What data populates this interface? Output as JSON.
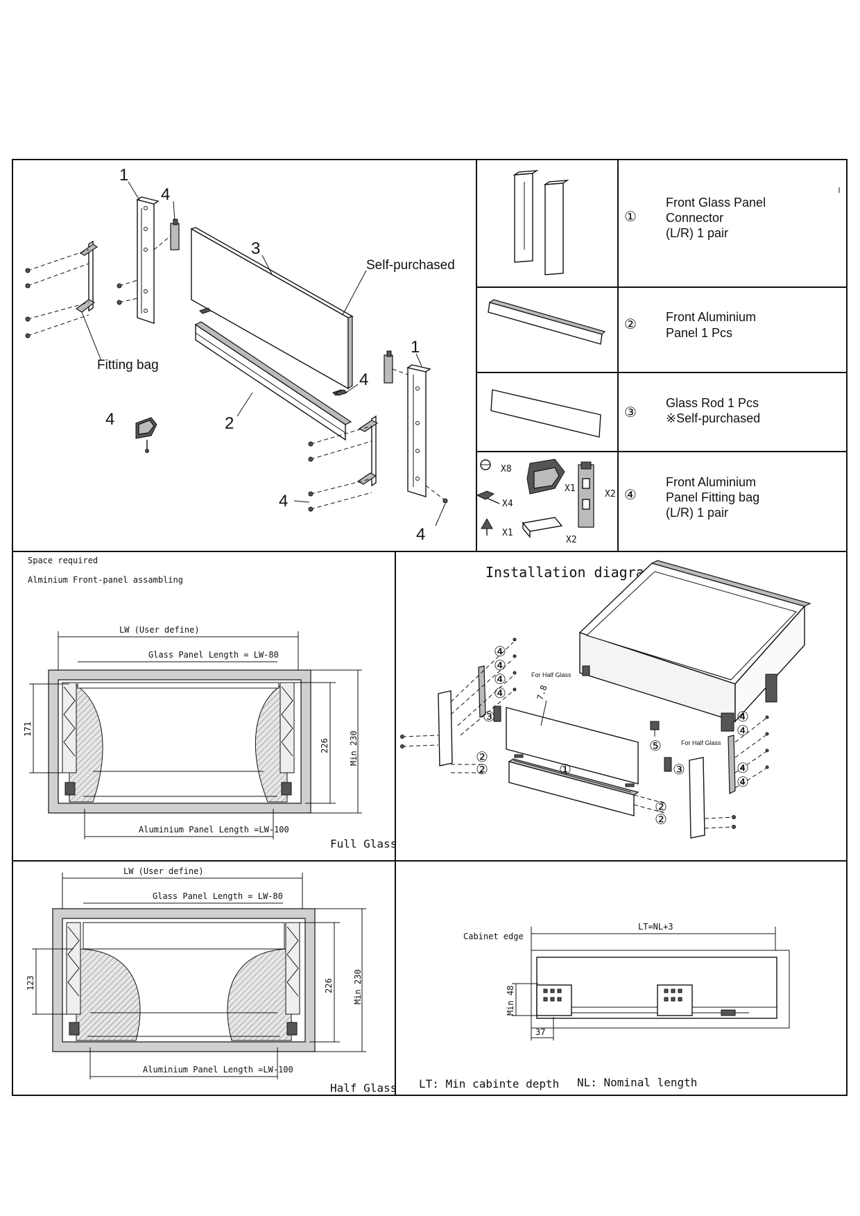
{
  "exploded_view": {
    "labels": {
      "n1a": "1",
      "n4a": "4",
      "n3": "3",
      "self_purchased": "Self-purchased",
      "n1b": "1",
      "n4b": "4",
      "fitting_bag": "Fitting bag",
      "n4c": "4",
      "n2": "2",
      "n4d": "4",
      "n4e": "4"
    }
  },
  "parts": [
    {
      "symbol": "①",
      "lines": [
        "Front Glass Panel",
        "Connector",
        "(L/R) 1 pair"
      ]
    },
    {
      "symbol": "②",
      "lines": [
        "Front Aluminium",
        "Panel 1 Pcs"
      ]
    },
    {
      "symbol": "③",
      "lines": [
        "Glass Rod 1 Pcs",
        "※Self-purchased"
      ]
    },
    {
      "symbol": "④",
      "lines": [
        "Front Aluminium",
        "Panel Fitting bag",
        "(L/R) 1 pair"
      ]
    }
  ],
  "fitting_bag_quantities": {
    "screw_a": "X8",
    "screw_b": "X4",
    "screw_c": "X1",
    "clip": "X1",
    "bracket": "X2",
    "block": "X2"
  },
  "space_required": {
    "title": "Space required",
    "subtitle": "Alminium Front-panel assambling"
  },
  "full_glass": {
    "lw": "LW (User define)",
    "glass_length": "Glass Panel Length = LW-80",
    "alu_length": "Aluminium Panel Length =LW-100",
    "dim_171": "171",
    "dim_226": "226",
    "dim_min230": "Min 230",
    "caption": "Full Glass"
  },
  "half_glass": {
    "lw": "LW (User define)",
    "glass_length": "Glass Panel Length = LW-80",
    "alu_length": "Aluminium Panel Length =LW-100",
    "dim_123": "123",
    "dim_226": "226",
    "dim_min230": "Min 230",
    "caption": "Half Glass"
  },
  "installation": {
    "title": "Installation diagram",
    "for_half_glass_1": "For Half Glass",
    "for_half_glass_2": "For Half Glass",
    "dim_78": "7.8",
    "callouts_left": [
      "④",
      "④",
      "④",
      "④",
      "③",
      "②",
      "②"
    ],
    "callout_center": "①",
    "callout_five": "⑤",
    "callouts_right": [
      "④",
      "④",
      "④",
      "④",
      "③",
      "②",
      "②"
    ]
  },
  "cabinet": {
    "lt": "LT=NL+3",
    "cabinet_edge": "Cabinet edge",
    "min48": "Min 48",
    "dim37": "37",
    "legend_lt": "LT: Min cabinte depth",
    "legend_nl": "NL: Nominal length"
  },
  "colors": {
    "line": "#111111",
    "hatch_fill": "#d0d0d0",
    "part_fill": "#bbbbbb"
  }
}
